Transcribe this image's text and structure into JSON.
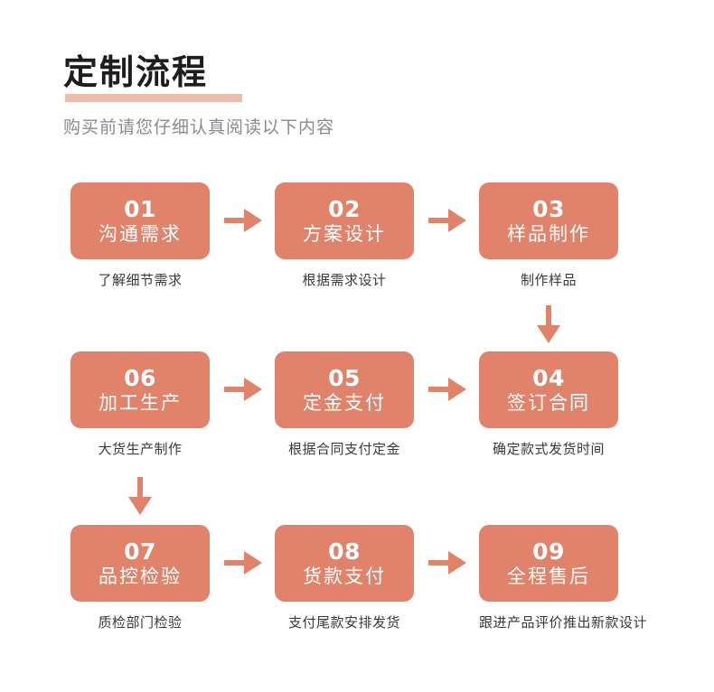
{
  "header": {
    "title": "定制流程",
    "subtitle": "购买前请您仔细认真阅读以下内容",
    "underline_color": "#ecbcac",
    "title_color": "#1d1d1d",
    "subtitle_color": "#8b8b8b"
  },
  "theme": {
    "accent": "#e0836a",
    "box_text": "#ffffff",
    "caption_text": "#3a3a3a",
    "background": "#ffffff"
  },
  "flow": {
    "steps": [
      {
        "number": "01",
        "name": "沟通需求",
        "caption": "了解细节需求"
      },
      {
        "number": "02",
        "name": "方案设计",
        "caption": "根据需求设计"
      },
      {
        "number": "03",
        "name": "样品制作",
        "caption": "制作样品"
      },
      {
        "number": "06",
        "name": "加工生产",
        "caption": "大货生产制作"
      },
      {
        "number": "05",
        "name": "定金支付",
        "caption": "根据合同支付定金"
      },
      {
        "number": "04",
        "name": "签订合同",
        "caption": "确定款式发货时间"
      },
      {
        "number": "07",
        "name": "品控检验",
        "caption": "质检部门检验"
      },
      {
        "number": "08",
        "name": "货款支付",
        "caption": "支付尾款安排发货"
      },
      {
        "number": "09",
        "name": "全程售后",
        "caption": "跟进产品评价推出新款设计"
      }
    ],
    "connectors": [
      {
        "id": "row1-a",
        "direction": "right"
      },
      {
        "id": "row1-b",
        "direction": "right"
      },
      {
        "id": "col3-down",
        "direction": "down"
      },
      {
        "id": "row2-a",
        "direction": "right"
      },
      {
        "id": "row2-b",
        "direction": "right"
      },
      {
        "id": "col1-down",
        "direction": "down"
      },
      {
        "id": "row3-a",
        "direction": "right"
      },
      {
        "id": "row3-b",
        "direction": "right"
      }
    ]
  }
}
